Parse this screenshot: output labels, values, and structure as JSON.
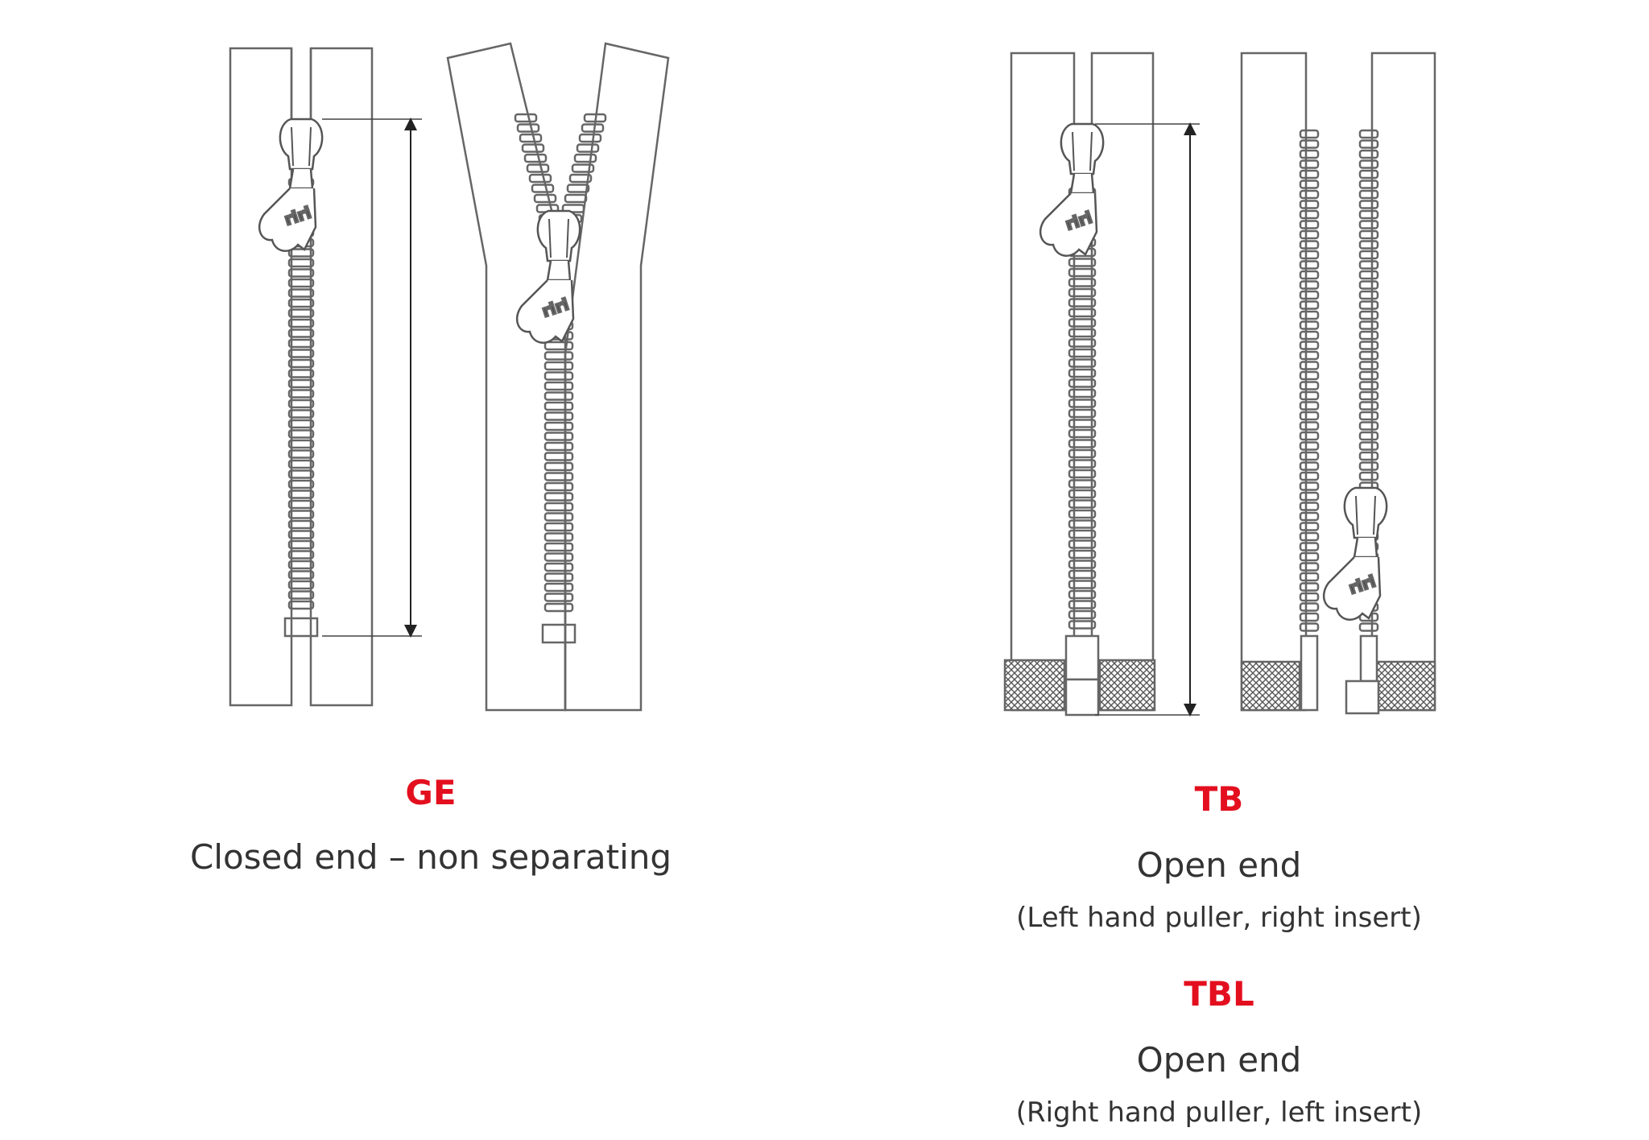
{
  "colors": {
    "code": "#e30f1f",
    "line": "#666666",
    "text": "#333333"
  },
  "zippers": [
    {
      "code": "GE",
      "description": "Closed end – non separating",
      "note": ""
    },
    {
      "code": "TB",
      "description": "Open end",
      "note": "(Left hand puller, right insert)"
    },
    {
      "code": "TBL",
      "description": "Open end",
      "note": "(Right hand puller, left insert)"
    }
  ],
  "puller_logo": "riri",
  "icons": [
    "zipper-slider-icon",
    "puller-tab-icon",
    "length-arrow-icon"
  ]
}
